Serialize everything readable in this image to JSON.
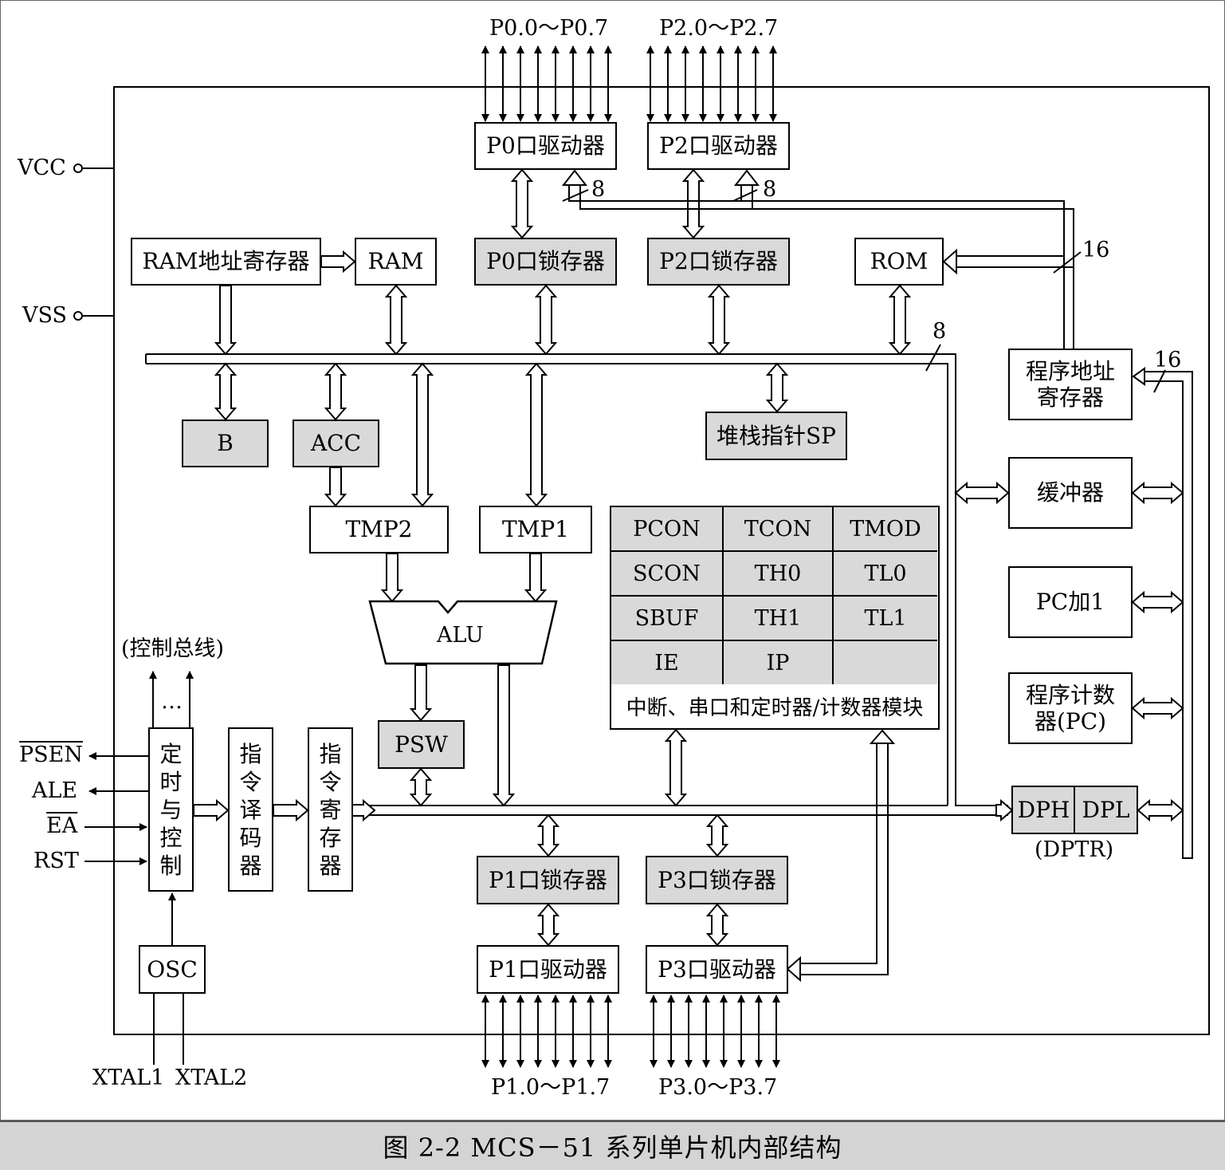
{
  "pins": {
    "p0": "P0.0～P0.7",
    "p2": "P2.0～P2.7",
    "p1": "P1.0～P1.7",
    "p3": "P3.0～P3.7",
    "vcc": "VCC",
    "vss": "VSS",
    "psen": "PSEN",
    "ale": "ALE",
    "ea": "EA",
    "rst": "RST",
    "xtal1": "XTAL1",
    "xtal2": "XTAL2"
  },
  "blocks": {
    "p0_driver": "P0口驱动器",
    "p2_driver": "P2口驱动器",
    "p0_latch": "P0口锁存器",
    "p2_latch": "P2口锁存器",
    "ram_addr": "RAM地址寄存器",
    "ram": "RAM",
    "rom": "ROM",
    "prog_addr": "程序地址寄存器",
    "b": "B",
    "acc": "ACC",
    "sp": "堆栈指针SP",
    "tmp2": "TMP2",
    "tmp1": "TMP1",
    "alu": "ALU",
    "psw": "PSW",
    "buffer": "缓冲器",
    "pc_inc": "PC加1",
    "pc": "程序计数器(PC)",
    "dph": "DPH",
    "dpl": "DPL",
    "dptr": "(DPTR)",
    "timing": "定时与控制",
    "decoder": "指令译码器",
    "ir": "指令寄存器",
    "osc": "OSC",
    "p1_latch": "P1口锁存器",
    "p3_latch": "P3口锁存器",
    "p1_driver": "P1口驱动器",
    "p3_driver": "P3口驱动器"
  },
  "sfr": {
    "cells": [
      "PCON",
      "TCON",
      "TMOD",
      "SCON",
      "TH0",
      "TL0",
      "SBUF",
      "TH1",
      "TL1",
      "IE",
      "IP",
      ""
    ],
    "footer": "中断、串口和定时器/计数器模块"
  },
  "bus_labels": {
    "w8_a": "8",
    "w8_b": "8",
    "w8_c": "8",
    "w16_a": "16",
    "w16_b": "16",
    "control_bus": "(控制总线)",
    "ellipsis": "…"
  },
  "caption": "图 2-2    MCS－51 系列单片机内部结构"
}
